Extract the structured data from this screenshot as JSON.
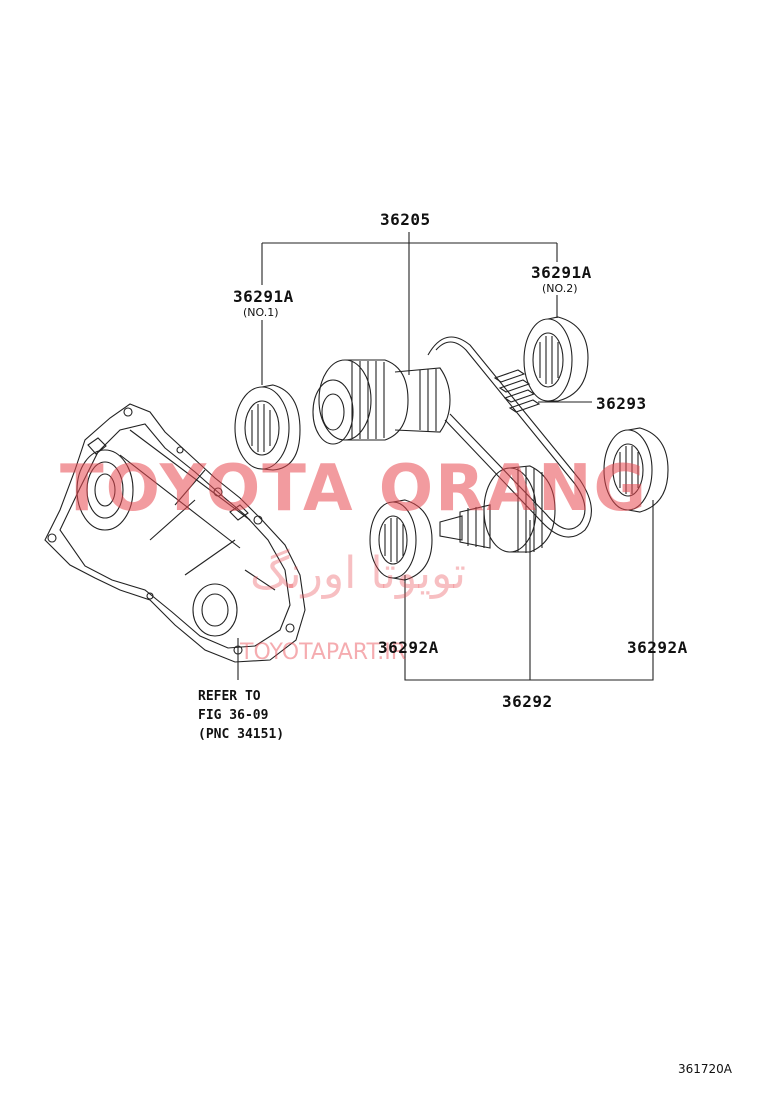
{
  "parts": {
    "p36205": "36205",
    "p36291a_no1": "36291A",
    "p36291a_no1_sub": "(NO.1)",
    "p36291a_no2": "36291A",
    "p36291a_no2_sub": "(NO.2)",
    "p36293": "36293",
    "p36292a_left": "36292A",
    "p36292a_right": "36292A",
    "p36292": "36292"
  },
  "reference": {
    "line1": "REFER TO",
    "line2": "FIG 36-09",
    "line3": "(PNC 34151)"
  },
  "watermark": {
    "brand": "TOYOTA ORANG",
    "persian": "تویوتا اورنگ",
    "url": "TOYOTAPART.IR"
  },
  "figure_id": "361720A",
  "colors": {
    "line": "#222222",
    "watermark": "#e84850"
  }
}
